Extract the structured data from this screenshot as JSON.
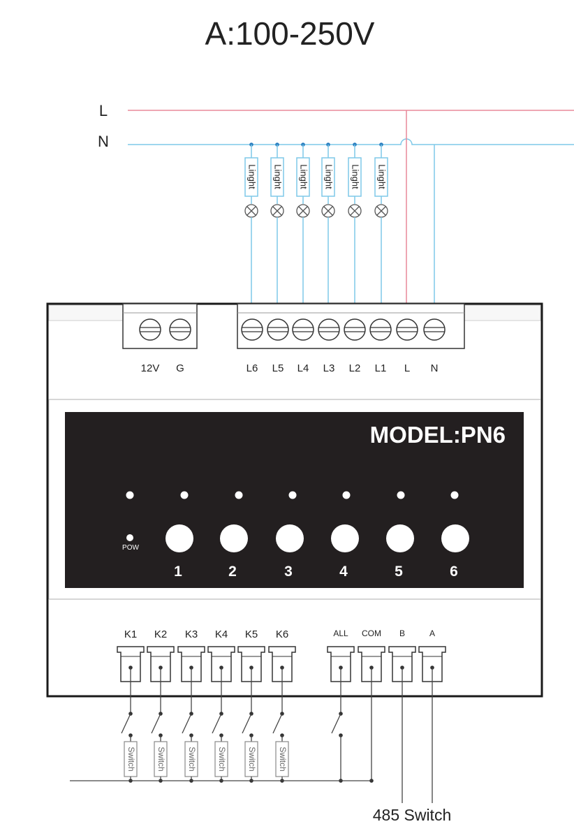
{
  "title": "A:100-250V",
  "mains": {
    "line": "L",
    "neutral": "N",
    "line_color": "#e8889a",
    "neutral_color": "#7ec8e8"
  },
  "lights": [
    {
      "label": "Linght"
    },
    {
      "label": "Linght"
    },
    {
      "label": "Linght"
    },
    {
      "label": "Linght"
    },
    {
      "label": "Linght"
    },
    {
      "label": "Linght"
    }
  ],
  "top_terminals": {
    "power": [
      "12V",
      "G"
    ],
    "outputs": [
      "L6",
      "L5",
      "L4",
      "L3",
      "L2",
      "L1",
      "L",
      "N"
    ]
  },
  "panel": {
    "model": "MODEL:PN6",
    "pow_label": "POW",
    "buttons": [
      "1",
      "2",
      "3",
      "4",
      "5",
      "6"
    ]
  },
  "bottom_terminals": {
    "keys": [
      "K1",
      "K2",
      "K3",
      "K4",
      "K5",
      "K6"
    ],
    "bus": [
      "ALL",
      "COM",
      "B",
      "A"
    ]
  },
  "switches": [
    "Switch",
    "Switch",
    "Switch",
    "Switch",
    "Switch",
    "Switch"
  ],
  "bus_label": "485 Switch"
}
